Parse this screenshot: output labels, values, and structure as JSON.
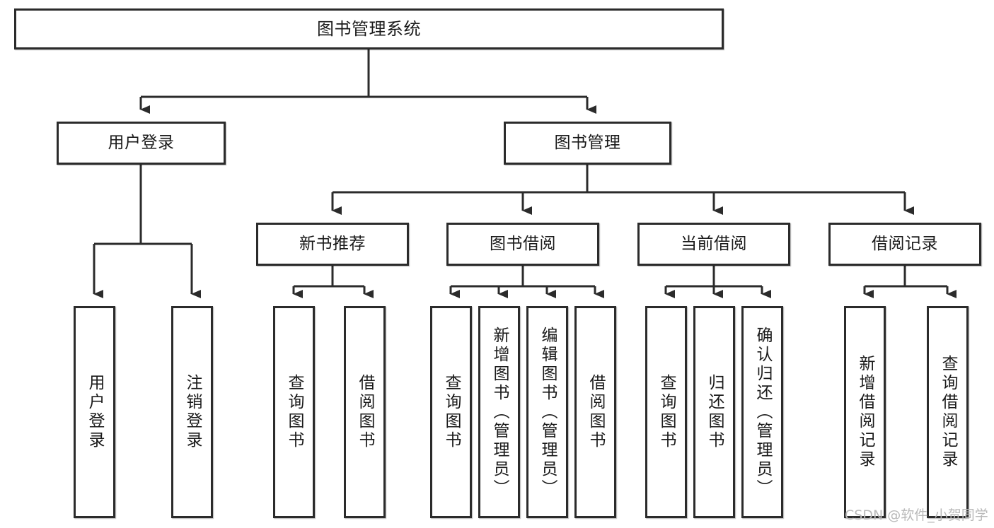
{
  "diagram": {
    "type": "hierarchy-tree",
    "title": "图书管理系统",
    "levels": 4,
    "root": {
      "id": "root",
      "label": "图书管理系统"
    },
    "level2": [
      {
        "id": "user-login",
        "label": "用户登录"
      },
      {
        "id": "book-manage",
        "label": "图书管理"
      }
    ],
    "level3": [
      {
        "id": "new-book-rec",
        "label": "新书推荐",
        "parent": "book-manage"
      },
      {
        "id": "book-borrow",
        "label": "图书借阅",
        "parent": "book-manage"
      },
      {
        "id": "current-borrow",
        "label": "当前借阅",
        "parent": "book-manage"
      },
      {
        "id": "borrow-record",
        "label": "借阅记录",
        "parent": "book-manage"
      }
    ],
    "leaves": [
      {
        "id": "leaf-user-login",
        "label": "用户登录",
        "parent": "user-login"
      },
      {
        "id": "leaf-logout",
        "label": "注销登录",
        "parent": "user-login"
      },
      {
        "id": "leaf-query-book-1",
        "label": "查询图书",
        "parent": "new-book-rec"
      },
      {
        "id": "leaf-borrow-book-1",
        "label": "借阅图书",
        "parent": "new-book-rec"
      },
      {
        "id": "leaf-query-book-2",
        "label": "查询图书",
        "parent": "book-borrow"
      },
      {
        "id": "leaf-add-book",
        "label": "新增图书（管理员）",
        "parent": "book-borrow"
      },
      {
        "id": "leaf-edit-book",
        "label": "编辑图书（管理员）",
        "parent": "book-borrow"
      },
      {
        "id": "leaf-borrow-book-2",
        "label": "借阅图书",
        "parent": "book-borrow"
      },
      {
        "id": "leaf-query-book-3",
        "label": "查询图书",
        "parent": "current-borrow"
      },
      {
        "id": "leaf-return-book",
        "label": "归还图书",
        "parent": "current-borrow"
      },
      {
        "id": "leaf-confirm-return",
        "label": "确认归还（管理员）",
        "parent": "current-borrow"
      },
      {
        "id": "leaf-add-record",
        "label": "新增借阅记录",
        "parent": "borrow-record"
      },
      {
        "id": "leaf-query-record",
        "label": "查询借阅记录",
        "parent": "borrow-record"
      }
    ],
    "colors": {
      "box_border": "#2b2b2b",
      "box_fill": "#ffffff",
      "connector": "#2b2b2b",
      "text": "#1a1a1a",
      "watermark": "#b9b9b9"
    }
  },
  "watermark": {
    "text": "CSDN @软件_小贺同学"
  }
}
